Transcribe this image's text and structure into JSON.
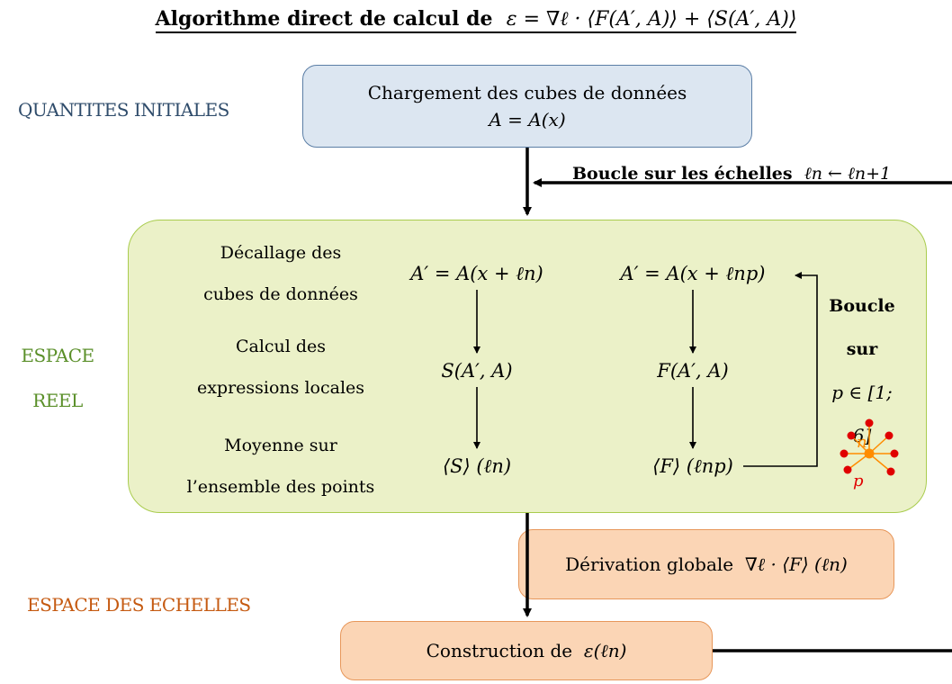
{
  "title": {
    "text": "Algorithme direct de calcul de",
    "formula": "ε = ∇ℓ · ⟨F(A′, A)⟩ + ⟨S(A′, A)⟩"
  },
  "sections": {
    "initial": "QUANTITES INITIALES",
    "real_line1": "ESPACE",
    "real_line2": "REEL",
    "scales": "ESPACE DES ECHELLES"
  },
  "load_box": {
    "line1": "Chargement des cubes de données",
    "line2": "A = A(x)"
  },
  "scale_loop": {
    "label": "Boucle sur les échelles",
    "formula": "ℓn ← ℓn+1"
  },
  "real_space": {
    "row1_line1": "Décallage des",
    "row1_line2": "cubes de données",
    "row2_line1": "Calcul des",
    "row2_line2": "expressions locales",
    "row3_line1": "Moyenne sur",
    "row3_line2": "l’ensemble des points",
    "col1_shift": "A′ = A(x + ℓn)",
    "col1_local": "S(A′, A)",
    "col1_mean": "⟨S⟩ (ℓn)",
    "col2_shift": "A′ = A(x + ℓnp)",
    "col2_local": "F(A′, A)",
    "col2_mean": "⟨F⟩ (ℓnp)",
    "loop_line1": "Boucle",
    "loop_line2": "sur",
    "loop_range": "p ∈ [1; 6]",
    "icon_n": "n",
    "icon_p": "p"
  },
  "deriv_box": {
    "text": "Dérivation globale",
    "formula": "∇ℓ · ⟨F⟩ (ℓn)"
  },
  "constr_box": {
    "text": "Construction de",
    "formula": "ε(ℓn)"
  },
  "colors": {
    "initial": "#2f4c6b",
    "real": "#5a8f29",
    "scales": "#c55a11",
    "load_fill": "#dce6f1",
    "real_fill": "#ebf1c8",
    "scale_fill": "#fbd5b5",
    "icon_center": "#ff8c00",
    "icon_nodes": "#e00000"
  }
}
